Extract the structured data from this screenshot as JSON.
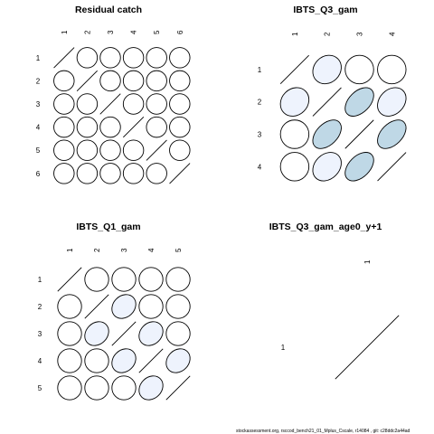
{
  "footer": "stockassessment.org, rsccod_bench21_01_Mplus_Cscale, r14084 , git: c28ddc2a44ad",
  "colors": {
    "zero": "#ffffff",
    "low": "#eef3fd",
    "mid": "#bfd8e6",
    "stroke": "#000000"
  },
  "chart_data": [
    {
      "type": "heatmap",
      "title": "Residual catch",
      "labels": [
        "1",
        "2",
        "3",
        "4",
        "5",
        "6"
      ],
      "matrix": [
        [
          1,
          0,
          0,
          0,
          0,
          0
        ],
        [
          0,
          1,
          0,
          0,
          0,
          0
        ],
        [
          0,
          0,
          1,
          0,
          0,
          0
        ],
        [
          0,
          0,
          0,
          1,
          0,
          0
        ],
        [
          0,
          0,
          0,
          0,
          1,
          0
        ],
        [
          0,
          0,
          0,
          0,
          0,
          1
        ]
      ]
    },
    {
      "type": "heatmap",
      "title": "IBTS_Q3_gam",
      "labels": [
        "1",
        "2",
        "3",
        "4"
      ],
      "matrix": [
        [
          1,
          0.15,
          0,
          0
        ],
        [
          0.15,
          1,
          0.45,
          0.25
        ],
        [
          0,
          0.45,
          1,
          0.45
        ],
        [
          0,
          0.25,
          0.45,
          1
        ]
      ]
    },
    {
      "type": "heatmap",
      "title": "IBTS_Q1_gam",
      "labels": [
        "1",
        "2",
        "3",
        "4",
        "5"
      ],
      "matrix": [
        [
          1,
          0,
          0,
          0,
          0
        ],
        [
          0,
          1,
          0.2,
          0,
          0
        ],
        [
          0,
          0.2,
          1,
          0.2,
          0
        ],
        [
          0,
          0,
          0.2,
          1,
          0.2
        ],
        [
          0,
          0,
          0,
          0.2,
          1
        ]
      ]
    },
    {
      "type": "heatmap",
      "title": "IBTS_Q3_gam_age0_y+1",
      "labels": [
        "1"
      ],
      "matrix": [
        [
          1
        ]
      ]
    }
  ]
}
